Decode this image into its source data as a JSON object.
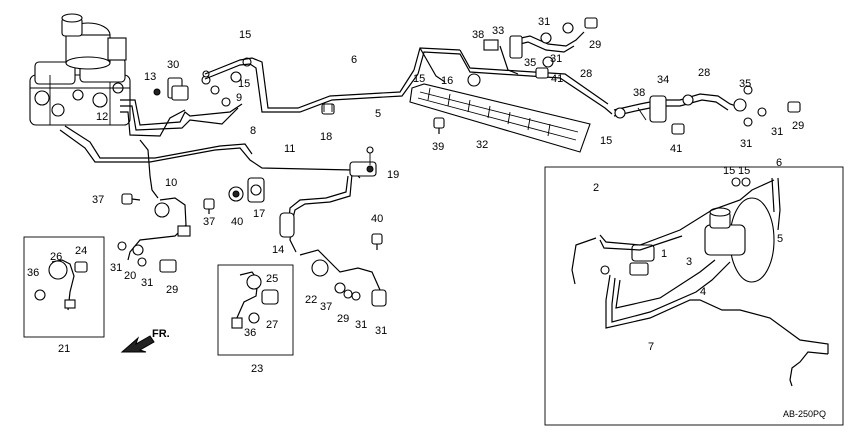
{
  "diagram_code": "AB-250PQ",
  "direction_label": "FR.",
  "callouts": [
    {
      "id": "c-15a",
      "text": "15"
    },
    {
      "id": "c-30",
      "text": "30"
    },
    {
      "id": "c-13",
      "text": "13"
    },
    {
      "id": "c-9",
      "text": "9"
    },
    {
      "id": "c-15b",
      "text": "15"
    },
    {
      "id": "c-12",
      "text": "12"
    },
    {
      "id": "c-8",
      "text": "8"
    },
    {
      "id": "c-6a",
      "text": "6"
    },
    {
      "id": "c-5a",
      "text": "5"
    },
    {
      "id": "c-18",
      "text": "18"
    },
    {
      "id": "c-11",
      "text": "11"
    },
    {
      "id": "c-10",
      "text": "10"
    },
    {
      "id": "c-19",
      "text": "19"
    },
    {
      "id": "c-37a",
      "text": "37"
    },
    {
      "id": "c-37b",
      "text": "37"
    },
    {
      "id": "c-40a",
      "text": "40"
    },
    {
      "id": "c-17",
      "text": "17"
    },
    {
      "id": "c-14",
      "text": "14"
    },
    {
      "id": "c-40b",
      "text": "40"
    },
    {
      "id": "c-26",
      "text": "26"
    },
    {
      "id": "c-24",
      "text": "24"
    },
    {
      "id": "c-36a",
      "text": "36"
    },
    {
      "id": "c-21",
      "text": "21"
    },
    {
      "id": "c-31a",
      "text": "31"
    },
    {
      "id": "c-20",
      "text": "20"
    },
    {
      "id": "c-31b",
      "text": "31"
    },
    {
      "id": "c-29a",
      "text": "29"
    },
    {
      "id": "c-25",
      "text": "25"
    },
    {
      "id": "c-27",
      "text": "27"
    },
    {
      "id": "c-36b",
      "text": "36"
    },
    {
      "id": "c-23",
      "text": "23"
    },
    {
      "id": "c-22",
      "text": "22"
    },
    {
      "id": "c-37c",
      "text": "37"
    },
    {
      "id": "c-29b",
      "text": "29"
    },
    {
      "id": "c-31c",
      "text": "31"
    },
    {
      "id": "c-31d",
      "text": "31"
    },
    {
      "id": "c-38a",
      "text": "38"
    },
    {
      "id": "c-33",
      "text": "33"
    },
    {
      "id": "c-31e",
      "text": "31"
    },
    {
      "id": "c-29c",
      "text": "29"
    },
    {
      "id": "c-31f",
      "text": "31"
    },
    {
      "id": "c-35a",
      "text": "35"
    },
    {
      "id": "c-28a",
      "text": "28"
    },
    {
      "id": "c-41a",
      "text": "41"
    },
    {
      "id": "c-15c",
      "text": "15"
    },
    {
      "id": "c-16",
      "text": "16"
    },
    {
      "id": "c-39",
      "text": "39"
    },
    {
      "id": "c-32",
      "text": "32"
    },
    {
      "id": "c-15d",
      "text": "15"
    },
    {
      "id": "c-34",
      "text": "34"
    },
    {
      "id": "c-38b",
      "text": "38"
    },
    {
      "id": "c-41b",
      "text": "41"
    },
    {
      "id": "c-28b",
      "text": "28"
    },
    {
      "id": "c-35b",
      "text": "35"
    },
    {
      "id": "c-31g",
      "text": "31"
    },
    {
      "id": "c-29d",
      "text": "29"
    },
    {
      "id": "c-31h",
      "text": "31"
    },
    {
      "id": "c-15e",
      "text": "15"
    },
    {
      "id": "c-15f",
      "text": "15"
    },
    {
      "id": "c-6b",
      "text": "6"
    },
    {
      "id": "c-2",
      "text": "2"
    },
    {
      "id": "c-1",
      "text": "1"
    },
    {
      "id": "c-3",
      "text": "3"
    },
    {
      "id": "c-5b",
      "text": "5"
    },
    {
      "id": "c-4",
      "text": "4"
    },
    {
      "id": "c-7",
      "text": "7"
    }
  ]
}
